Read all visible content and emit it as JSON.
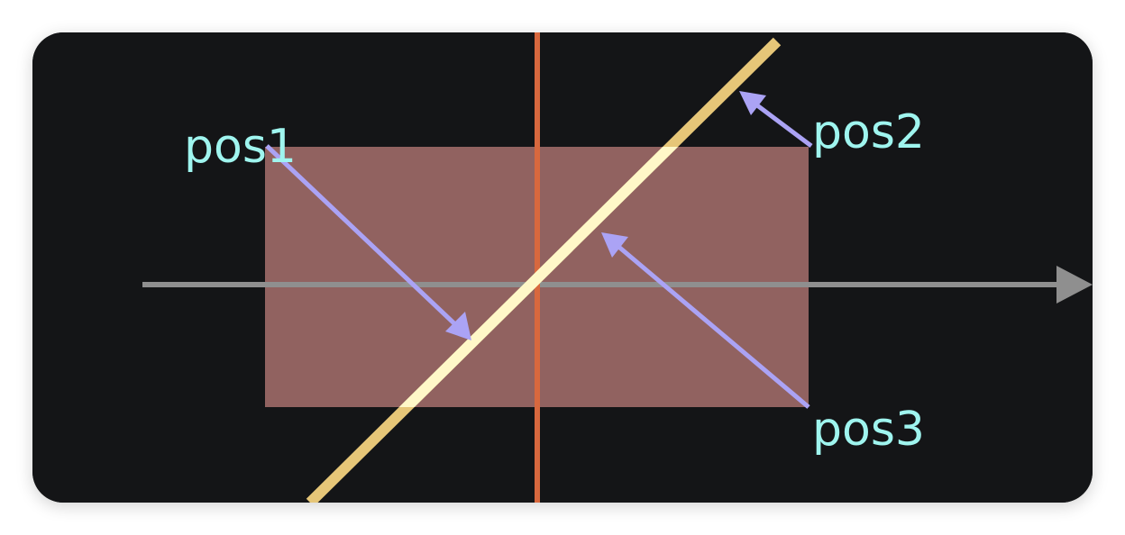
{
  "colors": {
    "background": "#141517",
    "rect_fill": "#916260",
    "axis": "#8f8f8f",
    "vertical_line": "#d8683e",
    "diagonal_outside": "#e6c678",
    "diagonal_inside": "#fff8c8",
    "arrow": "#aba3f5",
    "label": "#9ff5ef"
  },
  "labels": {
    "pos1": "pos1",
    "pos2": "pos2",
    "pos3": "pos3"
  }
}
